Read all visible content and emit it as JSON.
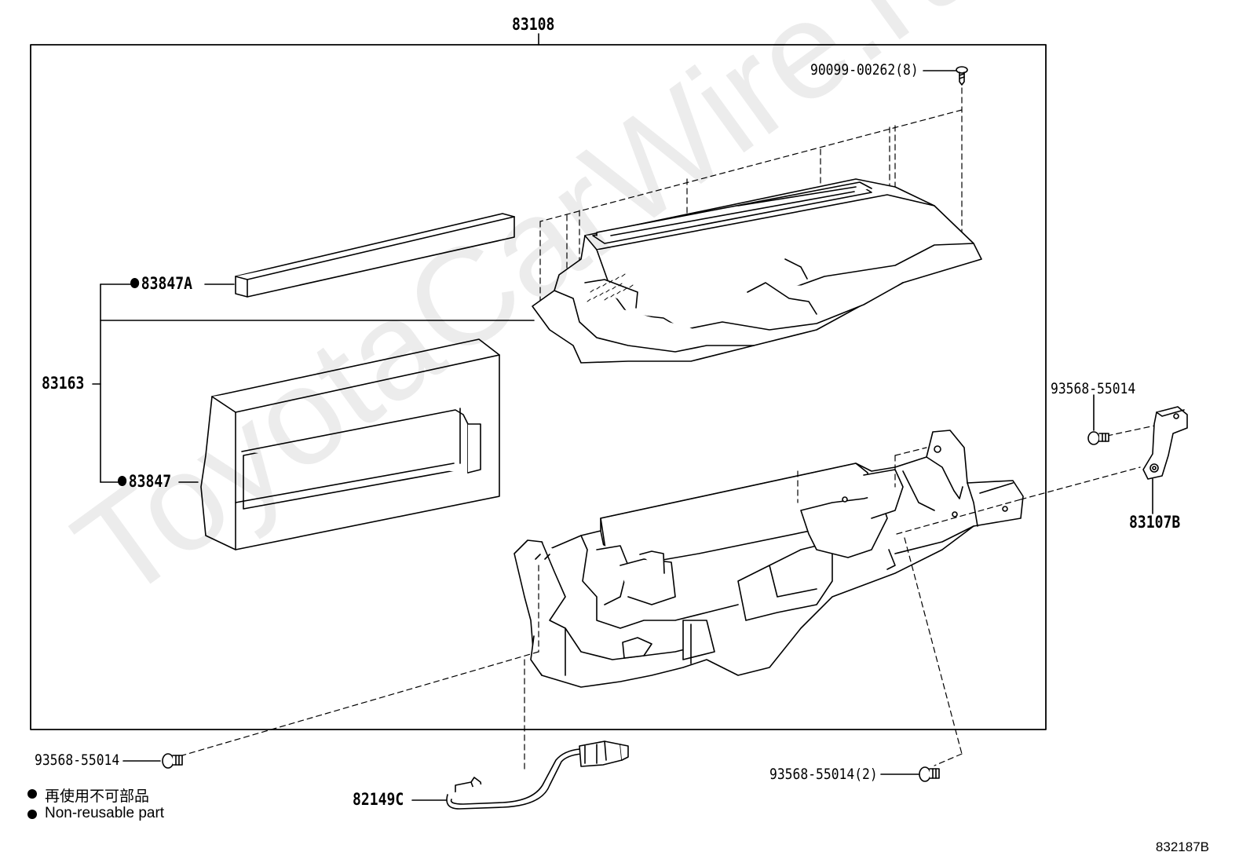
{
  "labels": {
    "assembly": "83108",
    "screw_top": "90099-00262(8)",
    "part_83847A": "83847A",
    "group": "83163",
    "part_83847": "83847",
    "clip_right": "93568-55014",
    "bracket": "83107B",
    "clip_left": "93568-55014",
    "clip_bottom": "93568-55014(2)",
    "wire": "82149C"
  },
  "legend": {
    "line1": "再使用不可部品",
    "line2": "Non-reusable part"
  },
  "watermark": "ToyotaCarWire.ru",
  "diagram_ref": "832187B",
  "icons": {
    "non_reusable": "filled-circle-icon"
  }
}
